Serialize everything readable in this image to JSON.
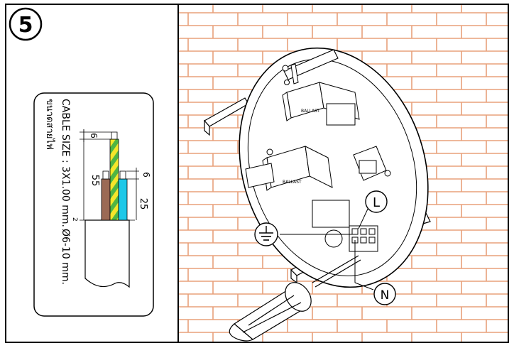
{
  "step": {
    "number": "5"
  },
  "cable_panel": {
    "title_en": "CABLE SIZE : 3X1.00 mm.",
    "superscript": "2",
    "diameter": "Ø6-10 mm.",
    "title_th": "ขนาดสายไฟ",
    "dim_strip_outer": "6",
    "dim_strip_inner": "6",
    "dim_long": "55",
    "dim_short": "25"
  },
  "install_scene": {
    "ballast_label_top": "BALLAST",
    "ballast_label_bottom": "BALLAST",
    "terminal_live": "L",
    "terminal_neutral": "N",
    "earth_symbol": "earth"
  },
  "colors": {
    "brick": "#e8a07a",
    "wire_brown": "#9b6a55",
    "wire_blue": "#1ec8e8",
    "wire_green": "#4fb544",
    "wire_yellow": "#f5e52a",
    "line": "#000000"
  }
}
